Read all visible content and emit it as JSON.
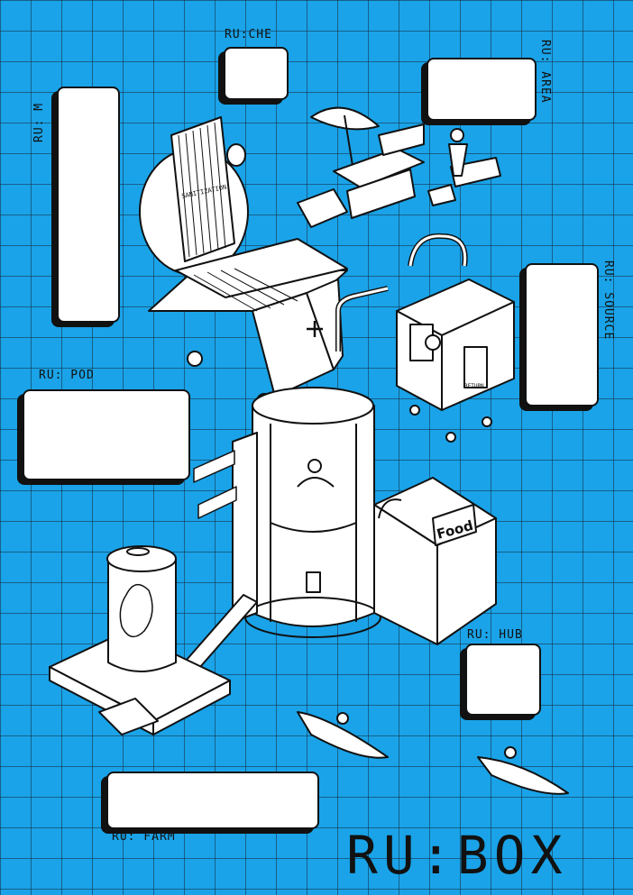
{
  "title": "RU:BOX",
  "labels": {
    "ruche": "RU:CHE",
    "area": "RU: AREA",
    "m": "RU: M",
    "source": "RU: SOURCE",
    "pod": "RU: POD",
    "hub": "RU: HUB",
    "farm": "RU: FARM"
  },
  "art_text": {
    "sanitization": "SANITIZATION",
    "food": "Food",
    "return": "RETURN"
  },
  "colors": {
    "background": "#1aa3e8",
    "grid": "#14283c",
    "ink": "#111111",
    "paper": "#ffffff"
  }
}
